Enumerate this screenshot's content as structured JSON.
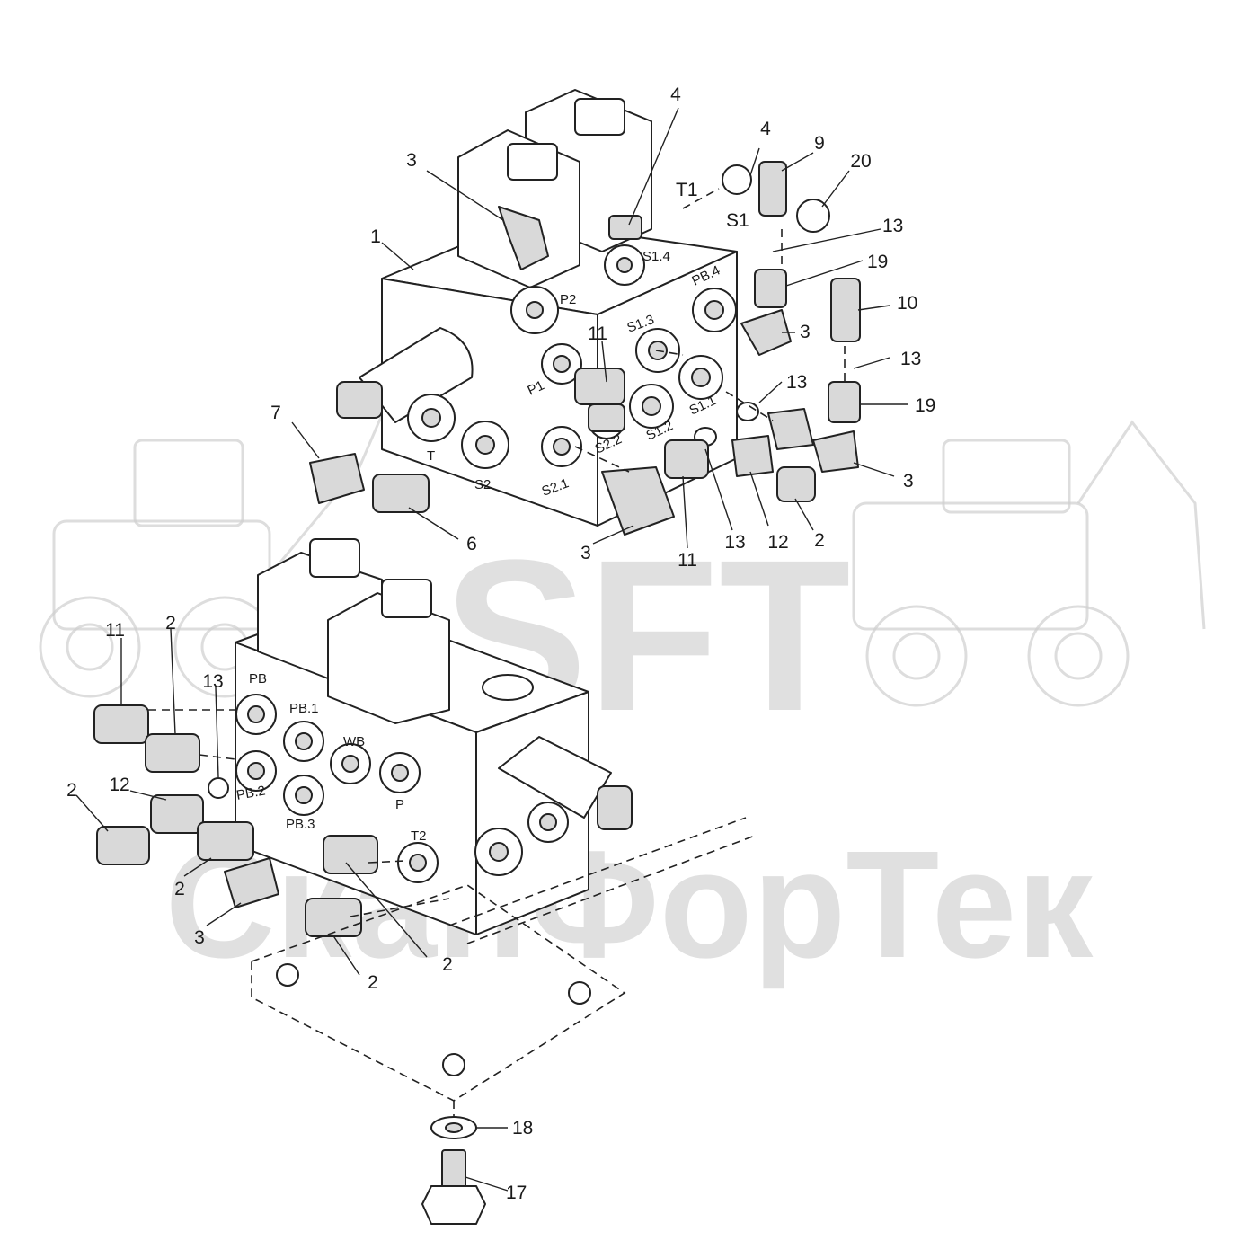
{
  "watermark": {
    "logo": "SFT",
    "brand": "СканФорТек"
  },
  "labels": {
    "a1": "1",
    "a3": "3",
    "a4": "4",
    "a4b": "4",
    "a9": "9",
    "a20": "20",
    "a13a": "13",
    "a19a": "19",
    "a10": "10",
    "a3b": "3",
    "a13b": "13",
    "a19b": "19",
    "a13c": "13",
    "a3c": "3",
    "a7": "7",
    "a11a": "11",
    "a6": "6",
    "a3d": "3",
    "a11b": "11",
    "a13d": "13",
    "a12a": "12",
    "a2a": "2",
    "b11": "11",
    "b2a": "2",
    "b13": "13",
    "b2b": "2",
    "b12": "12",
    "b2c": "2",
    "b3": "3",
    "b2d": "2",
    "b2e": "2",
    "b18": "18",
    "b17": "17"
  },
  "ports": {
    "T1": "T1",
    "S1": "S1",
    "S14": "S1.4",
    "P2": "P2",
    "PB4": "PB.4",
    "S13": "S1.3",
    "P1": "P1",
    "S11": "S1.1",
    "S12": "S1.2",
    "S22": "S2.2",
    "S21": "S2.1",
    "T": "T",
    "S2": "S2",
    "PB": "PB",
    "PB1": "PB.1",
    "WB": "WB",
    "P": "P",
    "PB2": "PB.2",
    "PB3": "PB.3",
    "T2": "T2"
  }
}
